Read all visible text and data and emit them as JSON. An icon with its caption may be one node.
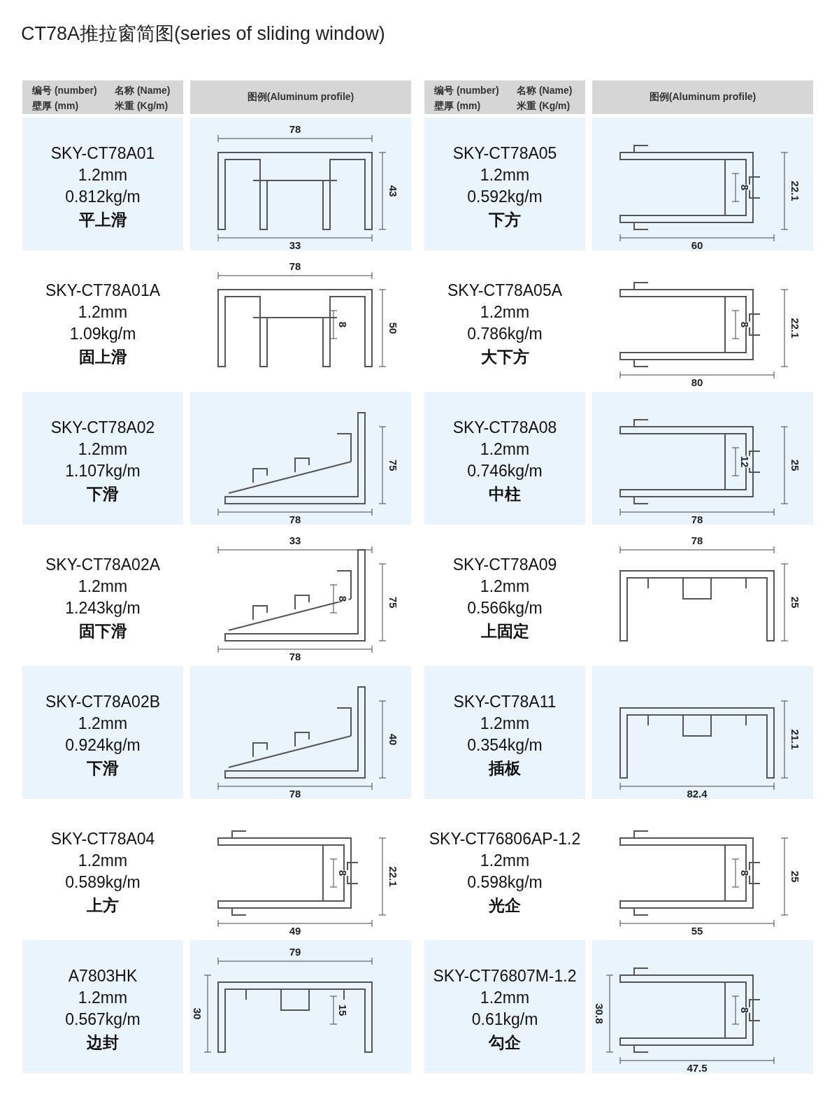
{
  "diagram": {
    "title": "CT78A推拉窗简图(series of sliding window)",
    "nodes": [
      {
        "text": [
          "编号 (number)",
          "名称 (Name)",
          "壁厚 (mm)",
          "米重 (Kg/m)"
        ]
      },
      {
        "text": [
          "图例(Aluminum profile)"
        ]
      },
      {
        "text": [
          "编号 (number)",
          "名称 (Name)",
          "壁厚 (mm)",
          "米重 (Kg/m)"
        ]
      },
      {
        "text": [
          "图例(Aluminum profile)"
        ]
      },
      {
        "text": [
          "SKY-CT78A01",
          "1.2mm",
          "0.812kg/m",
          "平上滑"
        ]
      },
      {
        "text": [
          "78",
          "33",
          "43"
        ]
      },
      {
        "text": [
          "SKY-CT78A05",
          "1.2mm",
          "0.592kg/m",
          "下方"
        ]
      },
      {
        "text": [
          "8",
          "22.1",
          "60"
        ]
      },
      {
        "text": [
          "SKY-CT78A01A",
          "1.2mm",
          "1.09kg/m",
          "固上滑"
        ]
      },
      {
        "text": [
          "78",
          "8",
          "50"
        ]
      },
      {
        "text": [
          "SKY-CT78A05A",
          "1.2mm",
          "0.786kg/m",
          "大下方"
        ]
      },
      {
        "text": [
          "8",
          "22.1",
          "80"
        ]
      },
      {
        "text": [
          "SKY-CT78A02",
          "1.2mm",
          "1.107kg/m",
          "下滑"
        ]
      },
      {
        "text": [
          "75",
          "78"
        ]
      },
      {
        "text": [
          "SKY-CT78A08",
          "1.2mm",
          "0.746kg/m",
          "中柱"
        ]
      },
      {
        "text": [
          "12",
          "25",
          "78"
        ]
      },
      {
        "text": [
          "SKY-CT78A02A",
          "1.2mm",
          "1.243kg/m",
          "固下滑"
        ]
      },
      {
        "text": [
          "33",
          "75",
          "8",
          "78"
        ]
      },
      {
        "text": [
          "SKY-CT78A09",
          "1.2mm",
          "0.566kg/m",
          "上固定"
        ]
      },
      {
        "text": [
          "78",
          "25"
        ]
      },
      {
        "text": [
          "SKY-CT78A02B",
          "1.2mm",
          "0.924kg/m",
          "下滑"
        ]
      },
      {
        "text": [
          "40",
          "78"
        ]
      },
      {
        "text": [
          "SKY-CT78A11",
          "1.2mm",
          "0.354kg/m",
          "插板"
        ]
      },
      {
        "text": [
          "21.1",
          "82.4"
        ]
      },
      {
        "text": [
          "SKY-CT78A04",
          "1.2mm",
          "0.589kg/m",
          "上方"
        ]
      },
      {
        "text": [
          "8",
          "22.1",
          "49"
        ]
      },
      {
        "text": [
          "SKY-CT76806AP-1.2",
          "1.2mm",
          "0.598kg/m",
          "光企"
        ]
      },
      {
        "text": [
          "8",
          "25",
          "55"
        ]
      },
      {
        "text": [
          "A7803HK",
          "1.2mm",
          "0.567kg/m",
          "边封"
        ]
      },
      {
        "text": [
          "79",
          "30",
          "15"
        ]
      },
      {
        "text": [
          "SKY-CT76807M-1.2",
          "1.2mm",
          "0.61kg/m",
          "勾企"
        ]
      },
      {
        "text": [
          "30.8",
          "8",
          "47.5"
        ]
      }
    ]
  }
}
